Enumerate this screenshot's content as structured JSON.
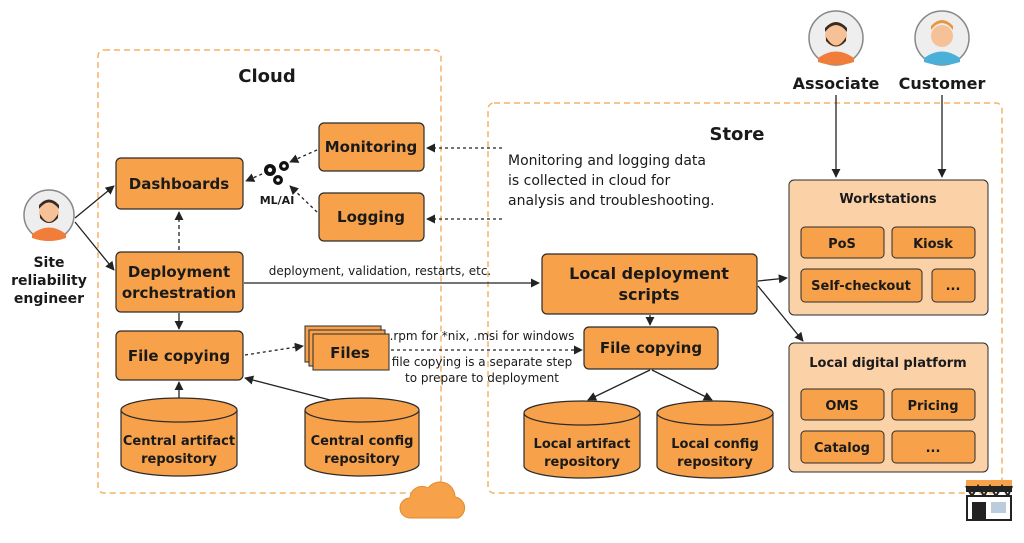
{
  "cloud": {
    "title": "Cloud",
    "dashboards": "Dashboards",
    "monitoring": "Monitoring",
    "logging": "Logging",
    "ml_ai": "ML/AI",
    "deploy_line1": "Deployment",
    "deploy_line2": "orchestration",
    "file_copying": "File copying",
    "files": "Files",
    "central_artifact_line1": "Central artifact",
    "central_artifact_line2": "repository",
    "central_config_line1": "Central config",
    "central_config_line2": "repository"
  },
  "store": {
    "title": "Store",
    "note_line1": "Monitoring and logging data",
    "note_line2": "is collected in cloud for",
    "note_line3": "analysis and troubleshooting.",
    "local_deploy_line1": "Local deployment",
    "local_deploy_line2": "scripts",
    "file_copying": "File copying",
    "local_artifact_line1": "Local artifact",
    "local_artifact_line2": "repository",
    "local_config_line1": "Local config",
    "local_config_line2": "repository",
    "workstations": {
      "title": "Workstations",
      "items": [
        "PoS",
        "Kiosk",
        "Self-checkout",
        "..."
      ]
    },
    "platform": {
      "title": "Local digital platform",
      "items": [
        "OMS",
        "Pricing",
        "Catalog",
        "..."
      ]
    }
  },
  "actors": {
    "sre_line1": "Site",
    "sre_line2": "reliability",
    "sre_line3": "engineer",
    "associate": "Associate",
    "customer": "Customer"
  },
  "edges": {
    "deploy_label": "deployment, validation, restarts, etc.",
    "files_label1": ".rpm for *nix, .msi for windows",
    "files_label2": "file copying is a separate step",
    "files_label3": "to prepare to deployment"
  },
  "colors": {
    "orange": "#f7a24a",
    "orange_stroke": "#2b2b2b",
    "light_orange": "#fbd1a8",
    "region_border": "#f3b36a"
  },
  "icons": [
    "cloud-icon",
    "store-icon",
    "gears-icon",
    "person-icon"
  ]
}
